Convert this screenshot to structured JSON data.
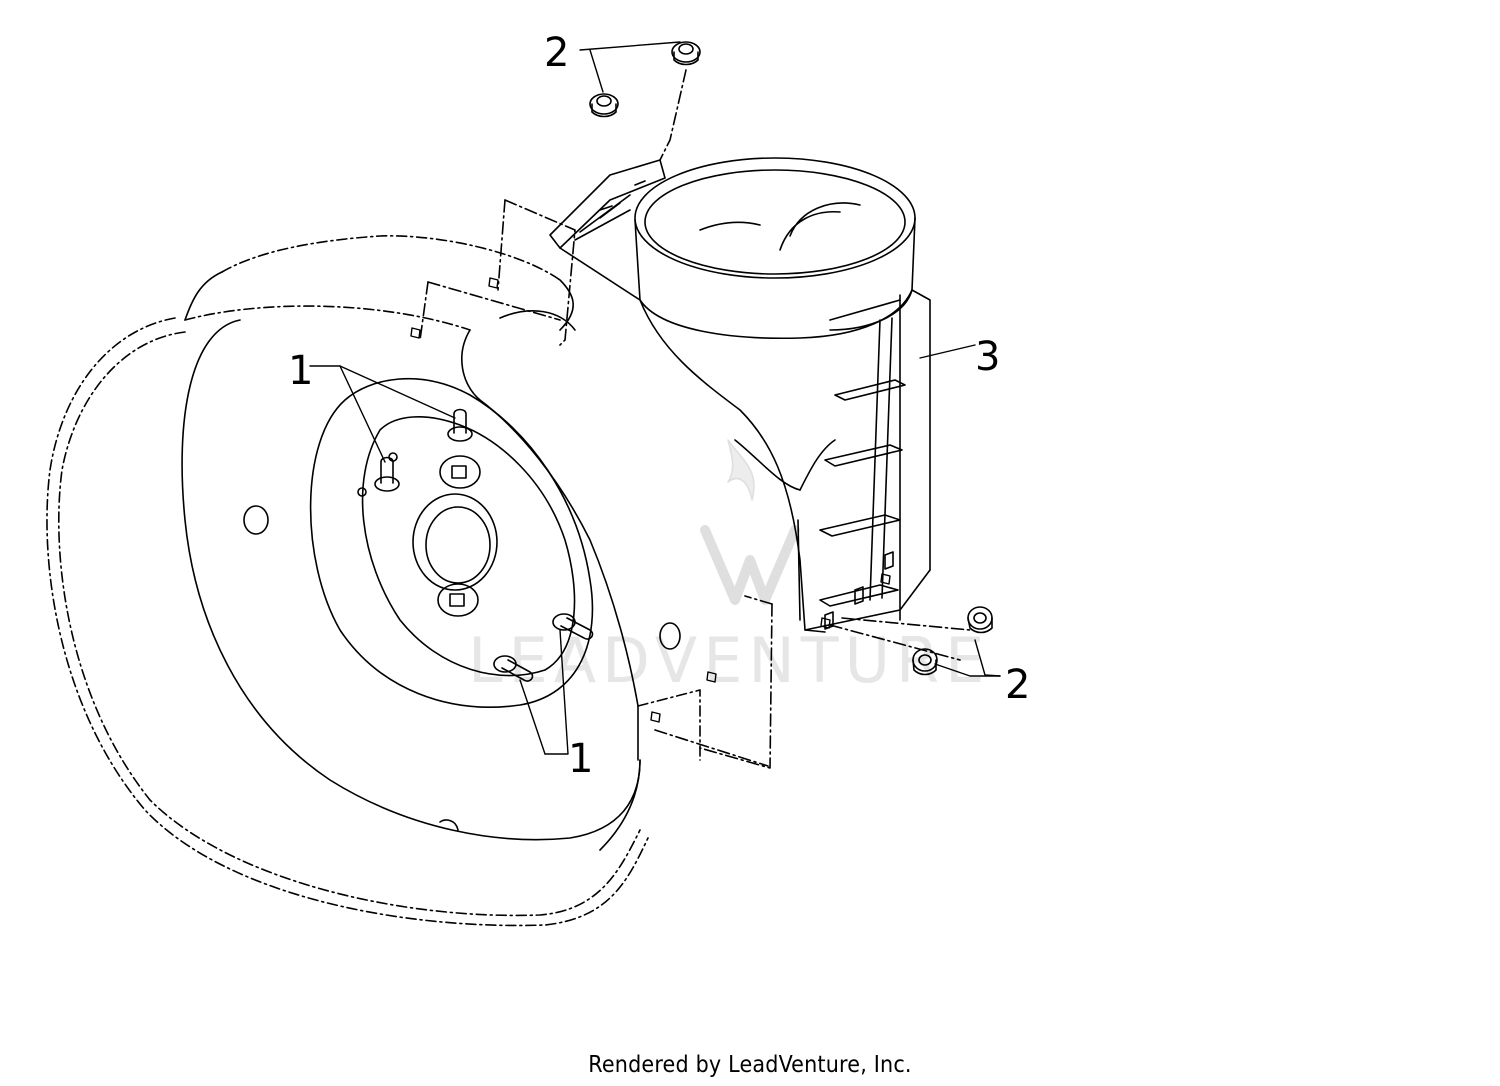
{
  "callouts": {
    "part_1_upper": "1",
    "part_1_lower": "1",
    "part_2_top": "2",
    "part_2_right": "2",
    "part_3": "3"
  },
  "watermark": "LEADVENTURE",
  "footer": "Rendered by LeadVenture, Inc.",
  "colors": {
    "line": "#000000",
    "watermark": "#e6e6e6",
    "background": "#ffffff"
  }
}
